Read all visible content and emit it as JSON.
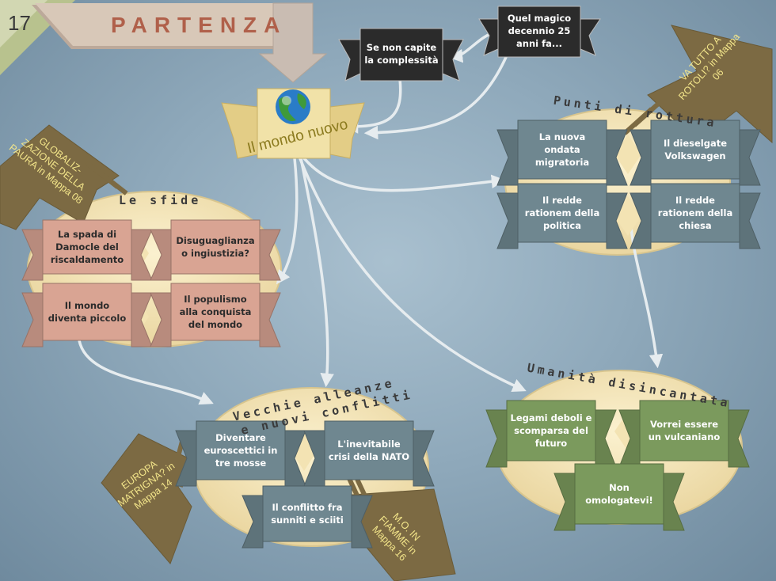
{
  "slide_number": "17",
  "start": {
    "title": "PARTENZA"
  },
  "center": {
    "label": "Il mondo nuovo"
  },
  "top_banners": [
    {
      "label": "Se non capite la complessità"
    },
    {
      "label": "Quel magico decennio 25 anni fa..."
    }
  ],
  "groups": {
    "sfide": {
      "title": "Le sfide",
      "items": [
        "La spada di Damocle del riscaldamento",
        "Disuguaglianza o ingiustizia?",
        "Il mondo diventa piccolo",
        "Il populismo alla conquista del mondo"
      ]
    },
    "rottura": {
      "title": "Punti di rottura",
      "items": [
        "La nuova ondata migratoria",
        "Il dieselgate Volkswagen",
        "Il redde rationem della politica",
        "Il redde rationem della chiesa"
      ]
    },
    "alleanze": {
      "title_line1": "Vecchie alleanze",
      "title_line2": "e nuovi conflitti",
      "items": [
        "Diventare euroscettici in tre mosse",
        "L'inevitabile crisi della NATO",
        "Il conflitto fra sunniti e sciiti"
      ]
    },
    "umanita": {
      "title": "Umanità disincantata",
      "items": [
        "Legami deboli e scomparsa del futuro",
        "Vorrei essere un vulcaniano",
        "Non omologatevi!"
      ]
    }
  },
  "map_links": [
    {
      "label": "GLOBALIZ-ZAZIONE DELLA PAURA in Mappa 08"
    },
    {
      "label": "VA TUTTO A ROTOLI? in Mappa 06"
    },
    {
      "label": "EUROPA MATRIGNA? in Mappa 14"
    },
    {
      "label": "M.O. IN FIAMME in Mappa 16"
    }
  ],
  "colors": {
    "salmon": "#d9a493",
    "slate": "#6f8790",
    "green": "#7b9a5d",
    "dark": "#2b2b2b",
    "cream": "#f3e3b3",
    "arrow_brown": "#7c6a43"
  }
}
